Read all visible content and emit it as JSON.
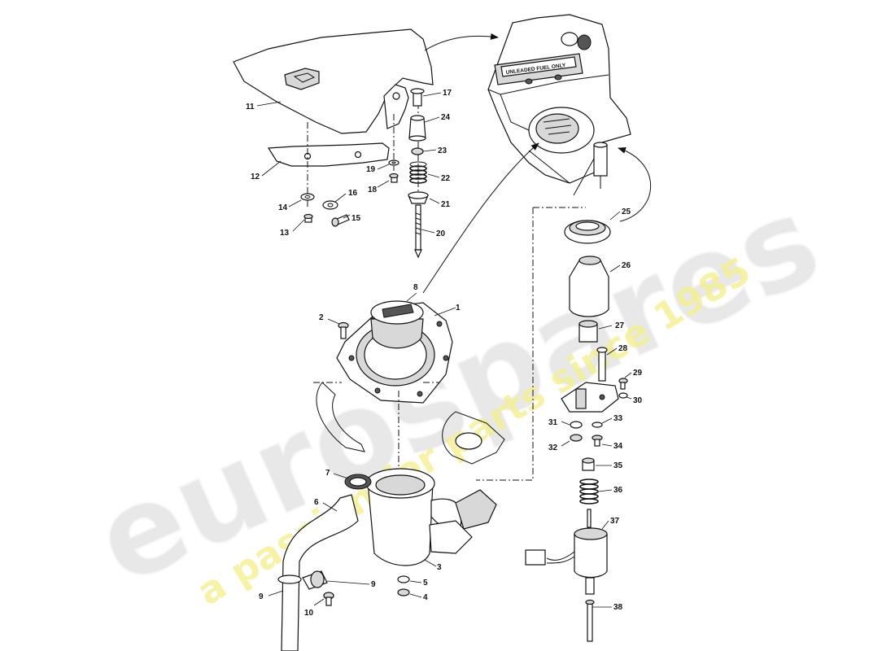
{
  "watermark": {
    "brand": "eurospares",
    "tagline": "a passion for parts since 1985"
  },
  "decal_text": "UNLEADED FUEL ONLY",
  "callouts": {
    "n1": "1",
    "n2": "2",
    "n3": "3",
    "n4": "4",
    "n5": "5",
    "n6": "6",
    "n7": "7",
    "n8": "8",
    "n9a": "9",
    "n9b": "9",
    "n10": "10",
    "n11": "11",
    "n12": "12",
    "n13": "13",
    "n14": "14",
    "n15": "15",
    "n16": "16",
    "n17": "17",
    "n18": "18",
    "n19": "19",
    "n20": "20",
    "n21": "21",
    "n22": "22",
    "n23": "23",
    "n24": "24",
    "n25": "25",
    "n26": "26",
    "n27": "27",
    "n28": "28",
    "n29": "29",
    "n30": "30",
    "n31": "31",
    "n32": "32",
    "n33": "33",
    "n34": "34",
    "n35": "35",
    "n36": "36",
    "n37": "37",
    "n38": "38"
  }
}
